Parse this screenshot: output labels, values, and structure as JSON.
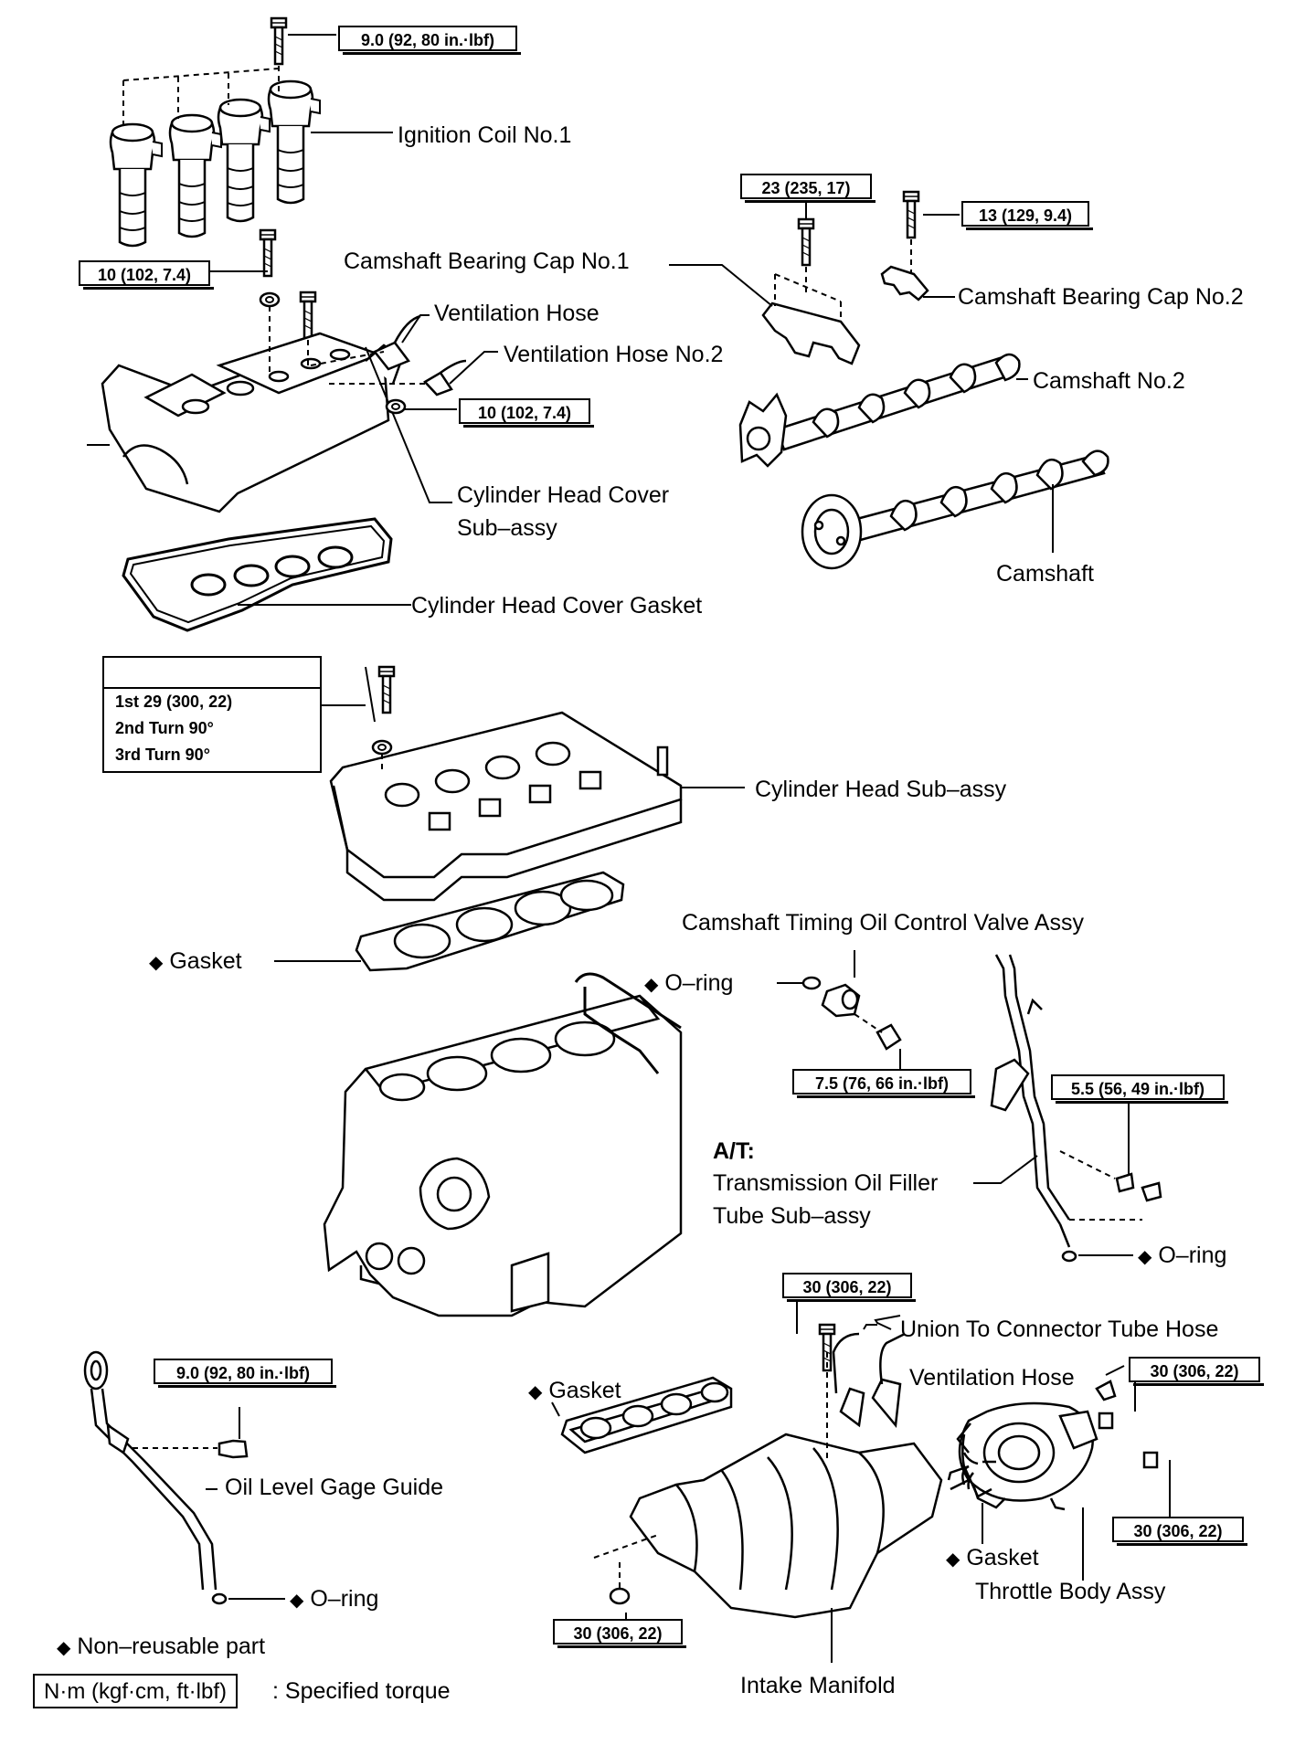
{
  "labels": {
    "ignition_coil": "Ignition Coil No.1",
    "cam_bearing_cap_1": "Camshaft Bearing Cap No.1",
    "cam_bearing_cap_2": "Camshaft Bearing Cap No.2",
    "ventilation_hose": "Ventilation Hose",
    "ventilation_hose_2": "Ventilation Hose No.2",
    "camshaft_2": "Camshaft No.2",
    "cylinder_head_cover_1": "Cylinder Head Cover",
    "cylinder_head_cover_2": "Sub–assy",
    "camshaft": "Camshaft",
    "cylinder_head_cover_gasket": "Cylinder Head Cover Gasket",
    "cylinder_head": "Cylinder Head Sub–assy",
    "cam_timing_valve": "Camshaft Timing Oil Control Valve Assy",
    "gasket": "Gasket",
    "o_ring": "O–ring",
    "at": "A/T:",
    "trans_tube_1": "Transmission Oil Filler",
    "trans_tube_2": "Tube Sub–assy",
    "union_hose": "Union To Connector Tube Hose",
    "oil_level_guide": "Oil Level Gage Guide",
    "throttle_body": "Throttle Body Assy",
    "intake_manifold": "Intake Manifold"
  },
  "torques": {
    "t_coil_top": "9.0 (92, 80 in.·lbf)",
    "t_cover_left": "10 (102, 7.4)",
    "t_cover_right": "10 (102, 7.4)",
    "t_cap1": "23 (235, 17)",
    "t_cap2": "13 (129, 9.4)",
    "t_ocv": "7.5 (76, 66 in.·lbf)",
    "t_trans": "5.5 (56, 49 in.·lbf)",
    "t_union": "30 (306, 22)",
    "t_throttle_top": "30 (306, 22)",
    "t_throttle_bottom": "30 (306, 22)",
    "t_oil_guide": "9.0 (92, 80 in.·lbf)",
    "t_manifold": "30 (306, 22)"
  },
  "head_bolt_steps": [
    "1st 29 (300, 22)",
    "2nd Turn 90°",
    "3rd Turn 90°"
  ],
  "legend": {
    "diamond": "◆",
    "non_reusable": "Non–reusable part",
    "torque_unit": "N·m (kgf·cm, ft·lbf)",
    "torque_desc": ": Specified torque"
  }
}
